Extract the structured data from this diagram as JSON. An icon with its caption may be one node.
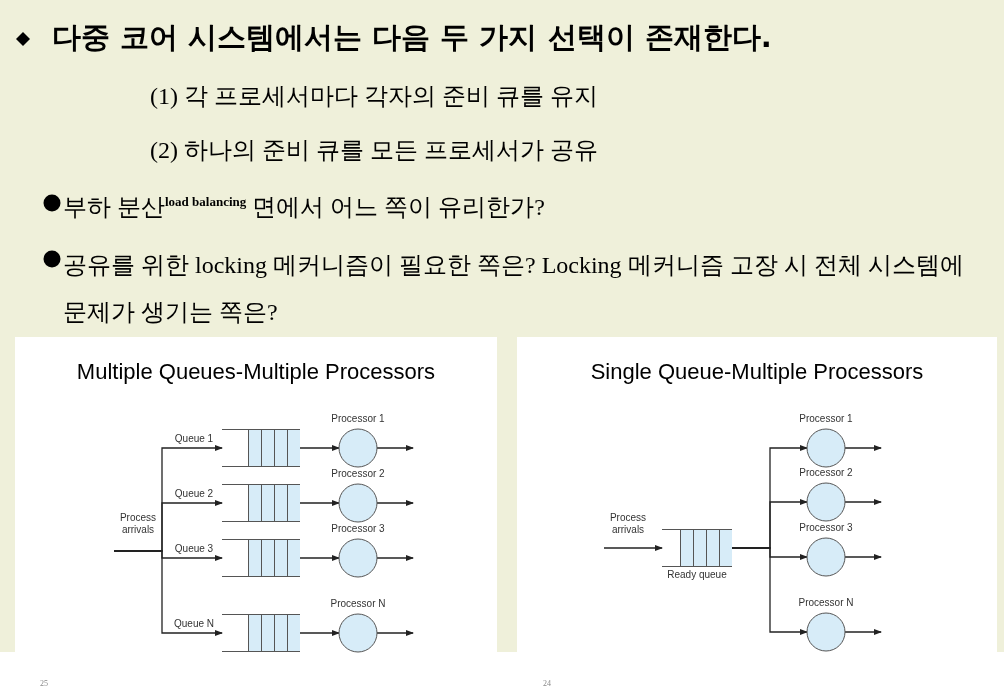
{
  "diagram": {
    "title": "다중 코어 시스템에서는 다음 두 가지 선택이 존재한다.",
    "nodes": [
      {
        "text": [
          "Multiple Queues-Multiple Processors"
        ]
      },
      {
        "text": [
          "Process arrivals"
        ],
        "in": 0
      },
      {
        "text": [],
        "shape": "box",
        "in": 0
      },
      {
        "text": [],
        "shape": "box",
        "in": 0
      },
      {
        "text": [],
        "shape": "box",
        "in": 0
      },
      {
        "text": [],
        "shape": "box",
        "in": 0
      },
      {
        "text": [
          "Processor 1"
        ],
        "in": 0
      },
      {
        "text": [
          "Processor 2"
        ],
        "in": 0
      },
      {
        "text": [
          "Processor 3"
        ],
        "in": 0
      },
      {
        "text": [
          "Processor N"
        ],
        "in": 0
      },
      {
        "text": [
          "Single Queue-Multiple Processors"
        ]
      },
      {
        "text": [
          "Process arrivals"
        ],
        "in": 10
      },
      {
        "text": [],
        "shape": "box",
        "beside": [
          "Ready queue"
        ],
        "in": 10
      },
      {
        "text": [
          "Processor 1"
        ],
        "in": 10
      },
      {
        "text": [
          "Processor 2"
        ],
        "in": 10
      },
      {
        "text": [
          "Processor 3"
        ],
        "in": 10
      },
      {
        "text": [
          "Processor N"
        ],
        "in": 10
      }
    ],
    "edges": [
      {
        "from": 1,
        "to": 2,
        "arrow": "to",
        "label": "Queue 1"
      },
      {
        "from": 1,
        "to": 3,
        "arrow": "to",
        "label": "Queue 2"
      },
      {
        "from": 1,
        "to": 4,
        "arrow": "to",
        "label": "Queue 3"
      },
      {
        "from": 1,
        "to": 5,
        "arrow": "to",
        "label": "Queue N"
      },
      {
        "from": 2,
        "to": 6,
        "arrow": "to"
      },
      {
        "from": 3,
        "to": 7,
        "arrow": "to"
      },
      {
        "from": 4,
        "to": 8,
        "arrow": "to"
      },
      {
        "from": 5,
        "to": 9,
        "arrow": "to"
      },
      {
        "from": 6,
        "to": null,
        "arrow": "to"
      },
      {
        "from": 7,
        "to": null,
        "arrow": "to"
      },
      {
        "from": 8,
        "to": null,
        "arrow": "to"
      },
      {
        "from": 9,
        "to": null,
        "arrow": "to"
      },
      {
        "from": 11,
        "to": 12,
        "arrow": "to"
      },
      {
        "from": 12,
        "to": 13,
        "arrow": "to"
      },
      {
        "from": 12,
        "to": 14,
        "arrow": "to"
      },
      {
        "from": 12,
        "to": 15,
        "arrow": "to"
      },
      {
        "from": 12,
        "to": 16,
        "arrow": "to"
      },
      {
        "from": 13,
        "to": null,
        "arrow": "to"
      },
      {
        "from": 14,
        "to": null,
        "arrow": "to"
      },
      {
        "from": 15,
        "to": null,
        "arrow": "to"
      },
      {
        "from": 16,
        "to": null,
        "arrow": "to"
      }
    ],
    "labels": [
      "(1) 각 프로세서마다 각자의 준비 큐를 유지",
      "(2) 하나의 준비 큐를 모든 프로세서가 공유",
      "부하 분산$^{load balancing}$ 면에서 어느 쪽이 유리한가?",
      "공유를 위한 locking 메커니즘이 필요한 쪽은? Locking 메커니즘 고장 시 전체 시스템에 문제가 생기는 쪽은?",
      "25",
      "24"
    ]
  }
}
